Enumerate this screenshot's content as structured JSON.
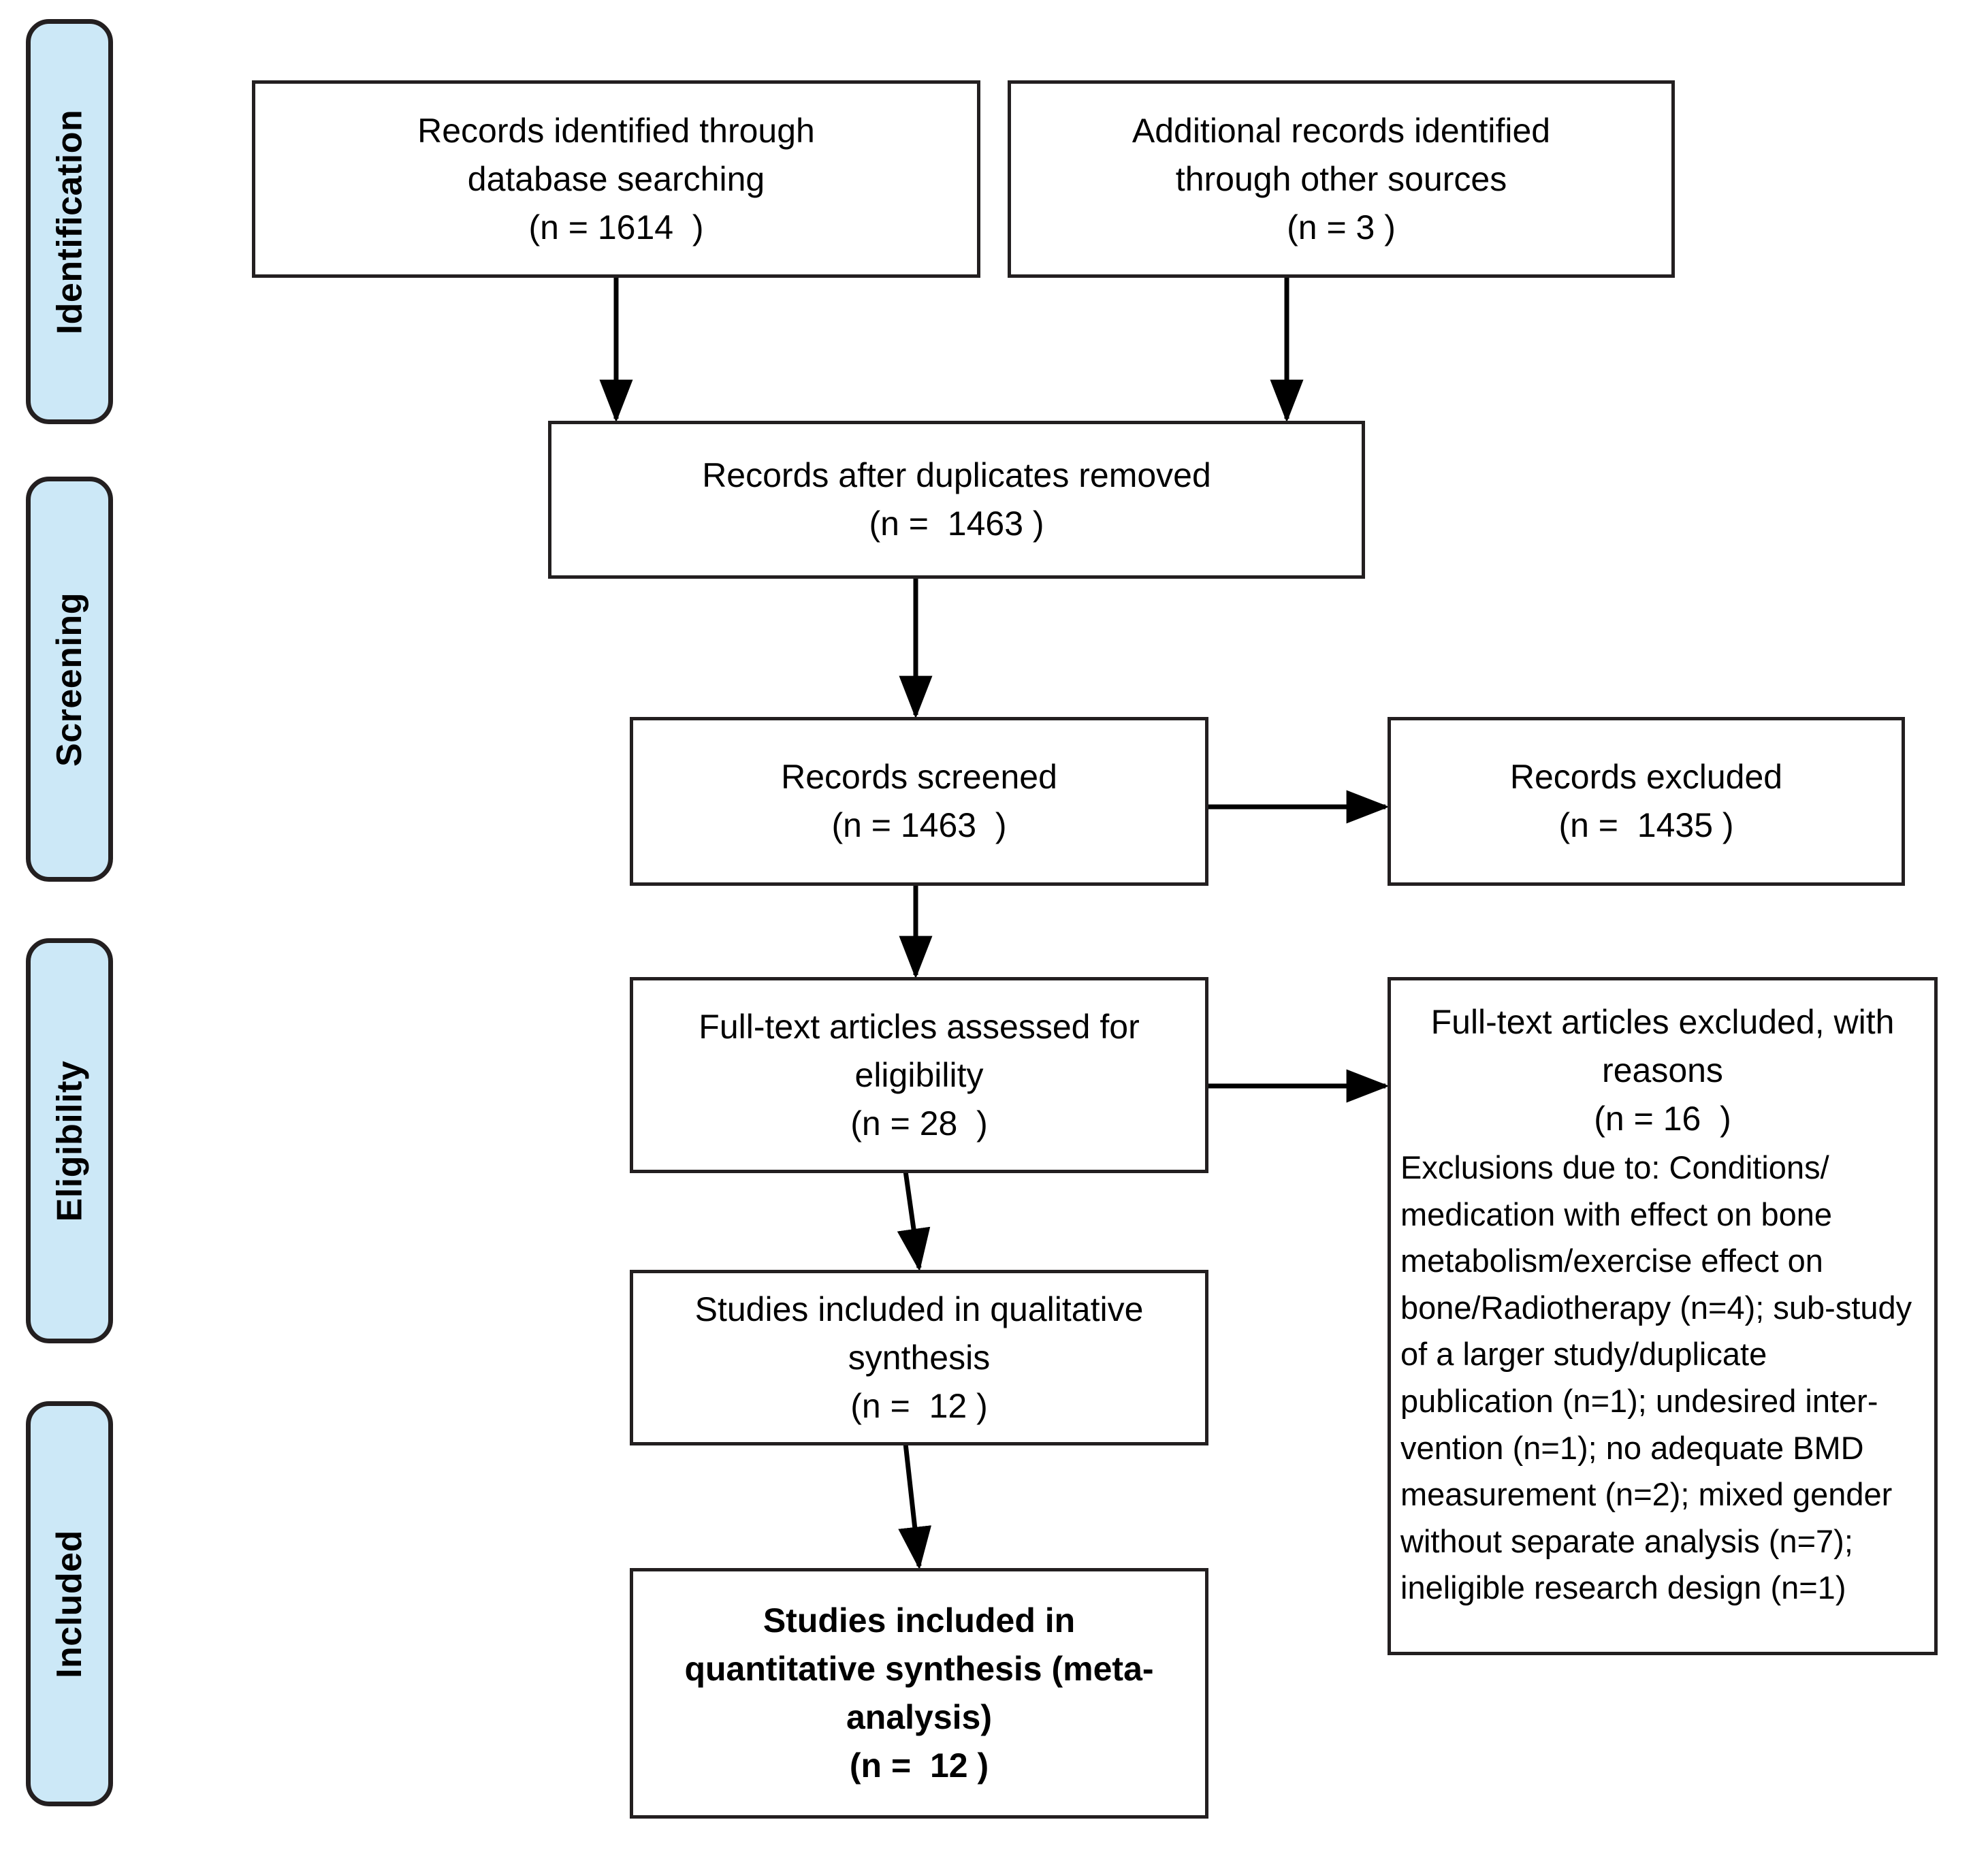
{
  "diagram": {
    "type": "PRISMA flow diagram",
    "stages": [
      {
        "id": "identification",
        "label": "Identification"
      },
      {
        "id": "screening",
        "label": "Screening"
      },
      {
        "id": "eligibility",
        "label": "Eligibility"
      },
      {
        "id": "included",
        "label": "Included"
      }
    ],
    "boxes": {
      "db_search": {
        "line1": "Records identified through",
        "line2": "database searching",
        "count_line": "(n = 1614  )",
        "n": 1614
      },
      "other_sources": {
        "line1": "Additional records identified",
        "line2": "through other sources",
        "count_line": "(n = 3 )",
        "n": 3
      },
      "duplicates_removed": {
        "line1": "Records after duplicates removed",
        "count_line": "(n =  1463 )",
        "n": 1463
      },
      "records_screened": {
        "line1": "Records screened",
        "count_line": "(n = 1463  )",
        "n": 1463
      },
      "records_excluded": {
        "line1": "Records excluded",
        "count_line": "(n =  1435 )",
        "n": 1435
      },
      "fulltext_assessed": {
        "line1": "Full-text articles assessed for",
        "line2": "eligibility",
        "count_line": "(n = 28  )",
        "n": 28
      },
      "fulltext_excluded": {
        "line1": "Full-text articles excluded, with",
        "line2": "reasons",
        "count_line": "(n = 16  )",
        "n": 16,
        "detail": "Exclusions due to: Conditions/ medication with effect on bone metabolism/exercise effect on bone/Radiotherapy (n=4); sub-study of a larger study/duplicate publication (n=1); undesired inter-vention (n=1); no adequate BMD measurement (n=2); mixed gender without separate analysis (n=7); ineligible research design (n=1)",
        "reasons": [
          {
            "reason": "Conditions/ medication with effect on bone metabolism/exercise effect on bone/Radiotherapy",
            "n": 4
          },
          {
            "reason": "sub-study of a larger study/duplicate publication",
            "n": 1
          },
          {
            "reason": "undesired intervention",
            "n": 1
          },
          {
            "reason": "no adequate BMD measurement",
            "n": 2
          },
          {
            "reason": "mixed gender without separate analysis",
            "n": 7
          },
          {
            "reason": "ineligible research design",
            "n": 1
          }
        ]
      },
      "qualitative": {
        "line1": "Studies included in qualitative",
        "line2": "synthesis",
        "count_line": "(n =  12 )",
        "n": 12
      },
      "quantitative": {
        "line1": "Studies included in",
        "line2": "quantitative synthesis (meta-",
        "line3": "analysis)",
        "count_line": "(n =  12 )",
        "n": 12
      }
    },
    "colors": {
      "stage_fill": "#CCE8F7",
      "stage_border": "#231f20",
      "box_border": "#231f20",
      "background": "#ffffff",
      "text": "#000000"
    }
  }
}
